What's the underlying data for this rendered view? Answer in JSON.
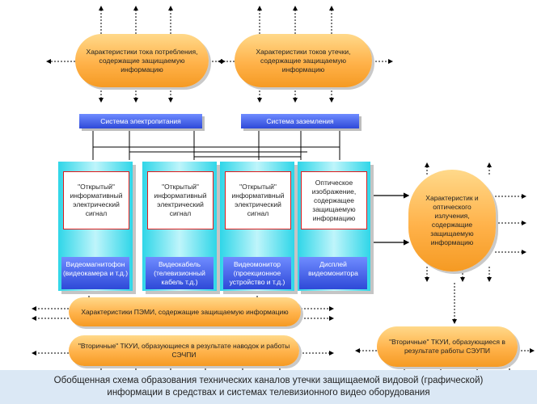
{
  "top_left_ellipse": "Характеристики тока потребления, содержащие защищаемую информацию",
  "top_right_ellipse": "Характеристики токов утечки, содержащие защищаемую информацию",
  "power_system": "Система электропитания",
  "grounding_system": "Система заземления",
  "columns": [
    {
      "signal": "\"Открытый\" информативный электрический сигнал",
      "device": "Видеомагнитофон (видеокамера и т.д.)"
    },
    {
      "signal": "\"Открытый\" информативный электрический сигнал",
      "device": "Видеокабель (телевизионный кабель т.д.)"
    },
    {
      "signal": "\"Открытый\" информативный электрический сигнал",
      "device": "Видеомонитор (проекционное устройство и т.д.)"
    },
    {
      "signal": "Оптическое изображение, содержащее защищаемую информацию",
      "device": "Дисплей видеомонитора"
    }
  ],
  "right_ellipse": "Характеристик и оптического излучения, содержащие защищаемую информацию",
  "pemi_ellipse": "Характеристики ПЭМИ, содержащие защищаемую информацию",
  "secondary_left": "\"Вторичные\" ТКУИ, образующиеся в результате наводок и работы СЭЧПИ",
  "secondary_right": "\"Вторичные\" ТКУИ, образующиеся в результате работы СЭУПИ",
  "caption_line1": "Обобщенная схема образования технических каналов утечки защищаемой видовой (графической)",
  "caption_line2": "информации в средствах и системах телевизионного видео оборудования"
}
